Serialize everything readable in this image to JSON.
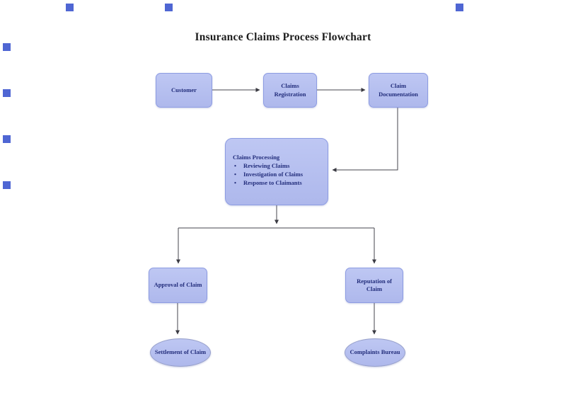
{
  "title": "Insurance Claims Process Flowchart",
  "bullet_char": "•",
  "colors": {
    "background": "#ffffff",
    "node_fill": "#b4beee",
    "node_border": "#8d9ce2",
    "node_text": "#232e7c",
    "connector": "#46464e",
    "title_text": "#1d1d1d",
    "edge_marker": "#4f66d3"
  },
  "nodes": {
    "customer": {
      "label": "Customer",
      "type": "process"
    },
    "claims_registration": {
      "label": "Claims Registration",
      "type": "process"
    },
    "claim_documentation": {
      "label": "Claim Documentation",
      "type": "process"
    },
    "claims_processing": {
      "heading": "Claims Processing",
      "items": [
        "Reviewing Claims",
        "Investigation of Claims",
        "Response to Claimants"
      ],
      "type": "process-detail"
    },
    "approval": {
      "label": "Approval of Claim",
      "type": "process"
    },
    "reputation": {
      "label": "Reputation of Claim",
      "type": "process"
    },
    "settlement": {
      "label": "Settlement of Claim",
      "type": "terminator"
    },
    "complaints": {
      "label": "Complaints Bureau",
      "type": "terminator"
    }
  },
  "edges": [
    {
      "from": "customer",
      "to": "claims_registration"
    },
    {
      "from": "claims_registration",
      "to": "claim_documentation"
    },
    {
      "from": "claim_documentation",
      "to": "claims_processing"
    },
    {
      "from": "claims_processing",
      "to": "approval"
    },
    {
      "from": "claims_processing",
      "to": "reputation"
    },
    {
      "from": "approval",
      "to": "settlement"
    },
    {
      "from": "reputation",
      "to": "complaints"
    }
  ],
  "page_markers": {
    "count": 7,
    "color": "#4f66d3"
  }
}
